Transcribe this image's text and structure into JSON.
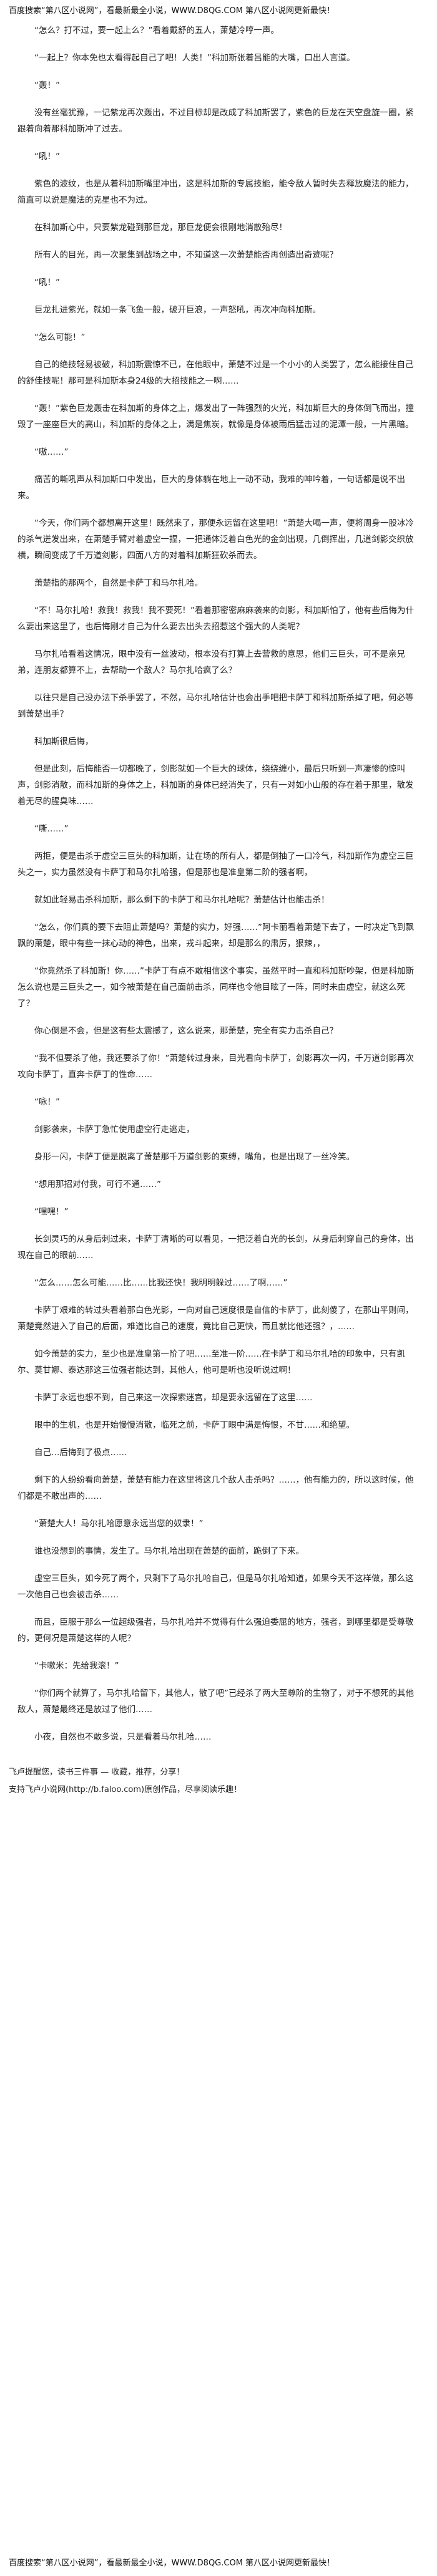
{
  "header": {
    "text": "百度搜索“第八区小说网”，看最新最全小说，WWW.D8QG.COM 第八区小说网更新最快！"
  },
  "paragraphs": [
    "“怎么？打不过，要一起上么？”看着戴舒的五人，萧楚冷哼一声。",
    "“一起上？你本免也太看得起自己了吧！人类！”科加斯张着吕能的大嘴，口出人言道。",
    "“轰！”",
    "没有丝毫犹豫，一记紫龙再次轰出，不过目标却是改成了科加斯罢了，紫色的巨龙在天空盘旋一圈，紧跟着向着那科加斯冲了过去。",
    "“吼！”",
    "紫色的波纹，也是从着科加斯嘴里冲出，这是科加斯的专属技能，能令敌人暂时失去释放魔法的能力，简直可以说是魔法的克星也不为过。",
    "在科加斯心中，只要紫龙碰到那巨龙，那巨龙便会很刚地消散殆尽！",
    "所有人的目光，再一次聚集到战场之中，不知道这一次萧楚能否再创造出奇迹呢？",
    "“吼！”",
    "巨龙扎进紫光，就如一条飞鱼一般，破开巨浪，一声怒吼，再次冲向科加斯。",
    "“怎么可能！”",
    "自己的绝技轻易被破，科加斯震惊不已，在他眼中，萧楚不过是一个小小的人类罢了，怎么能接住自己的舒佳技呢！那可是科加斯本身24级的大招技能之一啊……",
    "“轰！”紫色巨龙轰击在科加斯的身体之上，爆发出了一阵强烈的火光，科加斯巨大的身体倒飞而出，撞毁了一座座巨大的高山，科加斯的身体之上，满是焦炭，就像是身体被雨后猛击过的泥潭一般，一片黑暗。",
    "“嗷……”",
    "痛苦的嘶吼声从科加斯口中发出，巨大的身体躺在地上一动不动，我难的呻吟着，一句话都是说不出来。",
    "“今天，你们两个都想离开这里！既然来了，那便永远留在这里吧！”萧楚大喝一声，便将周身一股冰冷的杀气迸发出来，在萧楚手臂对着虚空一捏，一把通体泛着白色光的金剑出现，几倒挥出，几道剑影交织放横，瞬间变成了千万道剑影，四面八方的对着科加斯狂砍杀而去。",
    "萧楚指的那两个，自然是卡萨丁和马尔扎哈。",
    "“不！马尔扎哈！救我！救我！我不要死！”看着那密密麻麻袭来的剑影，科加斯怕了，他有些后悔为什么要出来这里了，也后悔刚才自己为什么要去出头去招惹这个强大的人类呢？",
    "马尔扎哈看着这情况，眼中没有一丝波动，根本没有打算上去营救的意思，他们三巨头，可不是亲兄弟，连朋友都算不上，去帮助一个敌人？马尔扎哈疯了么？",
    "以往只是自己没办法下杀手罢了，不然，马尔扎哈估计也会出手吧把卡萨丁和科加斯杀掉了吧，何必等到萧楚出手？",
    "科加斯很后悔，",
    "但是此刻，后悔能否一切都晚了，剑影就如一个巨大的球体，绕绕缠小，最后只听到一声凄惨的惊叫声，剑影消散，而科加斯的身体之上，科加斯的身体已经消失了，只有一对如小山般的存在着于那里，散发着无尽的腥臭味……",
    "“嘶……”",
    "两拒，便是击杀于虚空三巨头的科加斯，让在场的所有人，都是倒抽了一口冷气，科加斯作为虚空三巨头之一，实力虽然没有卡萨丁和马尔扎哈强，但是那也是准皇第二阶的强者啊，",
    "就如此轻易击杀科加斯，那么剩下的卡萨丁和马尔扎哈呢？萧楚估计也能击杀！",
    "“怎么，你们真的要下去阻止萧楚吗？萧楚的实力，好强……”阿卡丽看着萧楚下去了，一时决定飞到飘飘的萧楚，眼中有些一抹心动的神色，出来，戎斗起来，却是那么的肃厉，狠辣，，",
    "“你竟然杀了科加斯！你……”卡萨丁有点不敢相信这个事实，虽然平时一直和科加斯吵架，但是科加斯怎么说也是三巨头之一，如今被萧楚在自己面前击杀，同样也令他目眩了一阵，同时未由虚空，就这么死了？",
    "你心倒是不会，但是这有些太震撼了，这么说来，那萧楚，完全有实力击杀自己？",
    "“我不但要杀了他，我还要杀了你！”萧楚转过身来，目光看向卡萨丁，剑影再次一闪，千万道剑影再次攻向卡萨丁，直奔卡萨丁的性命……",
    "“咏！”",
    "剑影袭来，卡萨丁急忙使用虚空行走逃走，",
    "身形一闪，卡萨丁便是脱离了萧楚那千万道剑影的束缚，嘴角，也是出现了一丝冷笑。",
    "“想用那招对付我，可行不通……”",
    "“嘿嘿！”",
    "长剑灵巧的从身后刺过来，卡萨丁清晰的可以看见，一把泛着白光的长剑，从身后刺穿自己的身体，出现在自己的眼前……",
    "“怎么……怎么可能……比……比我还快！我明明躲过……了啊……”",
    "卡萨丁艰难的转过头看着那白色光影，一向对自己速度很是自信的卡萨丁，此刻傻了，在那山平则间，萧楚竟然进入了自己的后面，难道比自己的速度，竟比自己更快，而且就比他还强？，……",
    "如今萧楚的实力，至少也是准皇第一阶了吧……至准一阶……在卡萨丁和马尔扎哈的印象中，只有凯尔、莫甘娜、泰达那这三位强者能达到，其他人，他可是听也没听说过啊！",
    "卡萨丁永远也想不到，自己来这一次探索迷宫，却是要永远留在了这里……",
    "眼中的生机，也是开始慢慢消散，临死之前，卡萨丁眼中满是悔恨，不甘……和绝望。",
    "自己…后悔到了极点……",
    "剩下的人纷纷看向萧楚，萧楚有能力在这里将这几个敌人击杀吗？……，他有能力的，所以这时候，他们都是不敢出声的……",
    "“萧楚大人！马尔扎哈愿意永远当您的奴隶！”",
    "谁也没想到的事情，发生了。马尔扎哈出现在萧楚的面前，跪倒了下来。",
    "虚空三巨头，如今死了两个，只剩下了马尔扎哈自己，但是马尔扎哈知道，如果今天不这样做，那么这一次他自己也会被击杀……",
    "而且，臣服于那么一位超级强者，马尔扎哈并不觉得有什么强迫委屈的地方，强者，到哪里都是受尊敬的，更何况是萧楚这样的人呢？",
    "“卡嗽米：先给我滚！”",
    "“你们两个就算了，马尔扎哈留下，其他人，散了吧”已经杀了两大至尊阶的生物了，对于不想死的其他敌人，萧楚最终还是放过了他们……",
    "小夜，自然也不敢多说，只是看着马尔扎哈……"
  ],
  "footer": {
    "note": "飞卢提醒您，读书三件事 — 收藏，推荐，分享！",
    "support": "支持飞卢小说网(http://b.faloo.com)原创作品，尽享阅读乐趣！"
  },
  "bottom": {
    "text": "百度搜索“第八区小说网”，看最新最全小说，WWW.D8QG.COM 第八区小说网更新最快！"
  }
}
